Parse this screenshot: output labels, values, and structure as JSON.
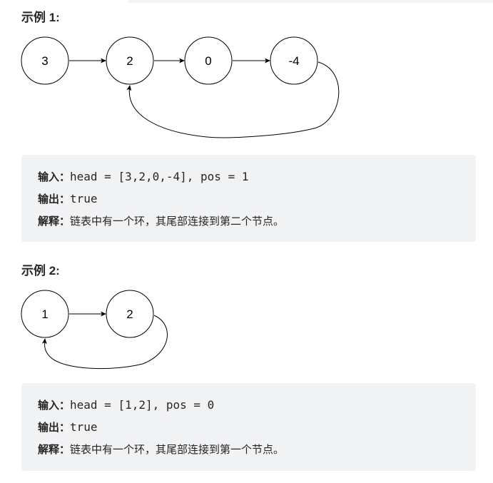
{
  "example1": {
    "title": "示例 1:",
    "nodes": [
      "3",
      "2",
      "0",
      "-4"
    ],
    "input_label": "输入：",
    "input": "head = [3,2,0,-4], pos = 1",
    "output_label": "输出：",
    "output": "true",
    "explain_label": "解释：",
    "explain": "链表中有一个环，其尾部连接到第二个节点。"
  },
  "example2": {
    "title": "示例 2:",
    "nodes": [
      "1",
      "2"
    ],
    "input_label": "输入：",
    "input": "head = [1,2], pos = 0",
    "output_label": "输出：",
    "output": "true",
    "explain_label": "解释：",
    "explain": "链表中有一个环，其尾部连接到第一个节点。"
  }
}
